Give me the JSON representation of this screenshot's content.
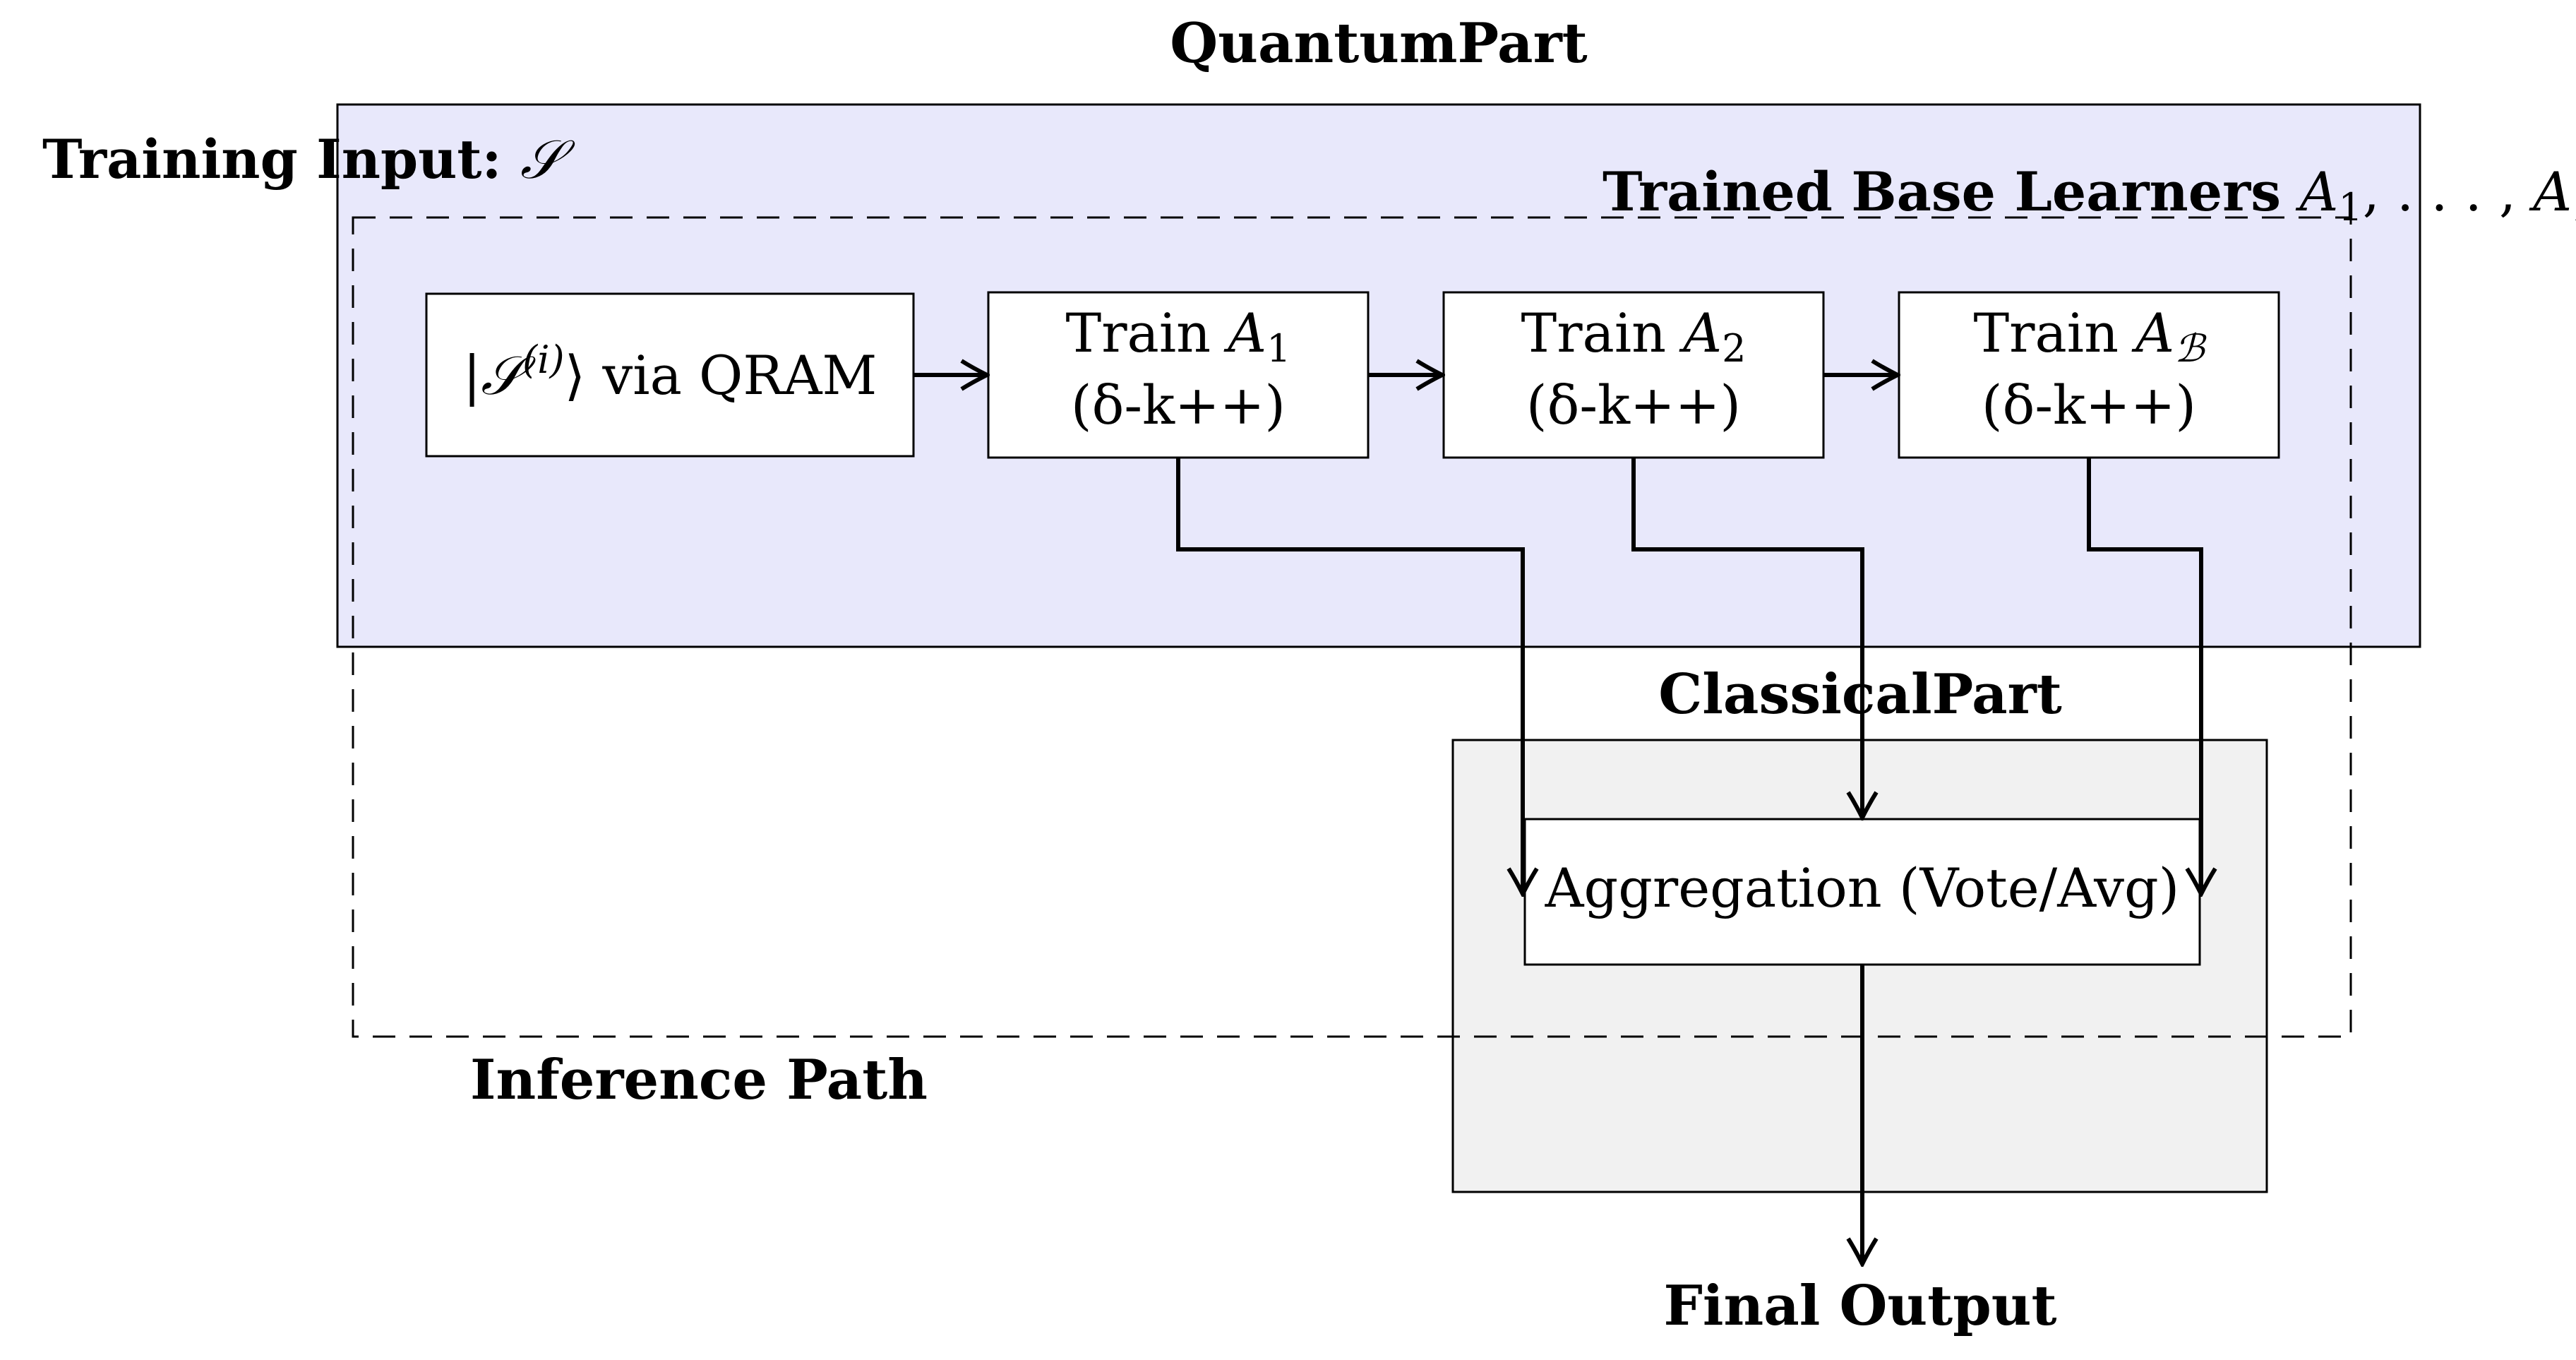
{
  "labels": {
    "quantum_part": "QuantumPart",
    "classical_part": "ClassicalPart",
    "training_input_prefix": "Training Input: ",
    "training_input_symbol": "𝒮",
    "trained_learners_prefix": "Trained Base Learners ",
    "inference_path": "Inference Path",
    "final_output": "Final Output"
  },
  "nodes": {
    "qram": {
      "ket_open": "|",
      "symbol": "𝒮",
      "superscript": "(i)",
      "ket_close": "⟩",
      "suffix": " via QRAM"
    },
    "train_a1": {
      "line1_prefix": "Train ",
      "learner": "A",
      "subscript": "1",
      "line2": "(δ-k++)"
    },
    "train_a2": {
      "line1_prefix": "Train ",
      "learner": "A",
      "subscript": "2",
      "line2": "(δ-k++)"
    },
    "train_ab": {
      "line1_prefix": "Train ",
      "learner": "A",
      "subscript": "ℬ",
      "line2": "(δ-k++)"
    },
    "aggregation": "Aggregation (Vote/Avg)"
  },
  "colors": {
    "quantum_fill": "#e8e8fb",
    "classical_fill": "#f1f1f1",
    "stroke": "#000000",
    "node_fill": "#ffffff"
  }
}
